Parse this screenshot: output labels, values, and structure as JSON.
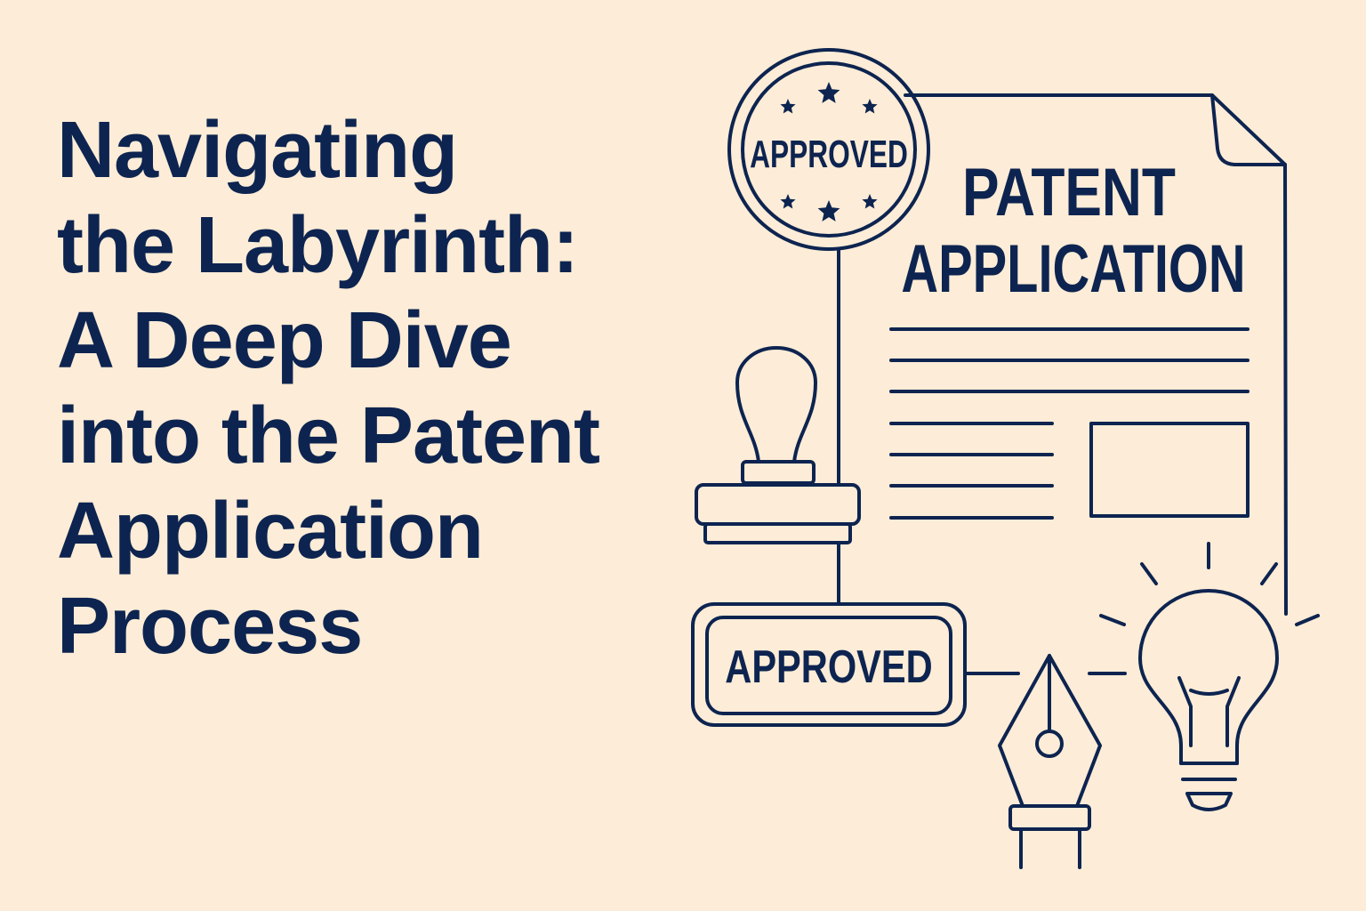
{
  "title": {
    "lines": [
      "Navigating",
      "the Labyrinth:",
      "A Deep Dive",
      "into the Patent",
      "Application",
      "Process"
    ]
  },
  "document": {
    "heading_line1": "PATENT",
    "heading_line2": "APPLICATION"
  },
  "seal": {
    "label": "APPROVED"
  },
  "stamp_print": {
    "label": "APPROVED"
  },
  "icons": [
    "patent-document-icon",
    "approved-seal-icon",
    "rubber-stamp-icon",
    "fountain-pen-icon",
    "lightbulb-icon"
  ],
  "colors": {
    "background": "#fdecd7",
    "ink": "#0d2450"
  }
}
